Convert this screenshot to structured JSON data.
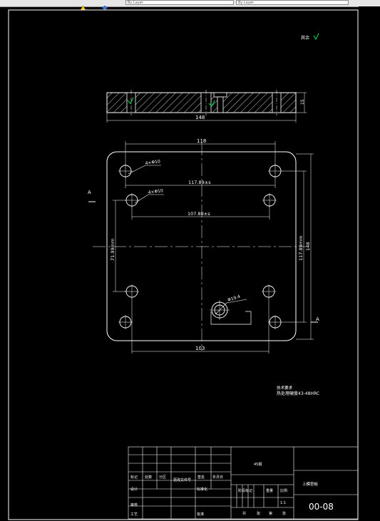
{
  "toolbar": {
    "field_1": "By Layer",
    "field_2": "By Layer",
    "icon_colors": [
      "#ffcc00",
      "#3a78d6"
    ]
  },
  "colors": {
    "background": "#000000",
    "line": "#ffffff",
    "hatch": "#ffffff",
    "accent_green": "#00cc44"
  },
  "drawing": {
    "roughness_label": "其余",
    "section_label_left": "A",
    "section_label_right": "A",
    "dims": {
      "side_length": "148",
      "side_thickness": "15",
      "top_width": "118",
      "inner_width_1": "117.89±s",
      "inner_width_2": "107.89±s",
      "bottom_width": "103",
      "right_height_1": "117.89mm",
      "right_height_2": "148",
      "left_height": "71.99mm",
      "hole_note_1": "4×Φ10",
      "hole_note_2": "4×Φ10",
      "hole_note_3": "Φ19.4"
    },
    "tech_notes": {
      "title": "技术要求",
      "line_1": "热处理硬度43-48HRC"
    }
  },
  "title_block": {
    "material": "45钢",
    "part_name": "上模垫板",
    "drawing_number": "00-08",
    "scale": "1:1",
    "weight_label": "重量",
    "scale_label": "比例",
    "headers": [
      "标记",
      "处数",
      "分区",
      "更改文件号",
      "签名",
      "年月日"
    ],
    "design_label": "设计",
    "standard_label": "标准化",
    "review_label": "审核",
    "process_label": "工艺",
    "approve_label": "批准",
    "stage_label": "阶段标记",
    "sheet_labels": [
      "共",
      "张",
      "第",
      "张"
    ]
  }
}
